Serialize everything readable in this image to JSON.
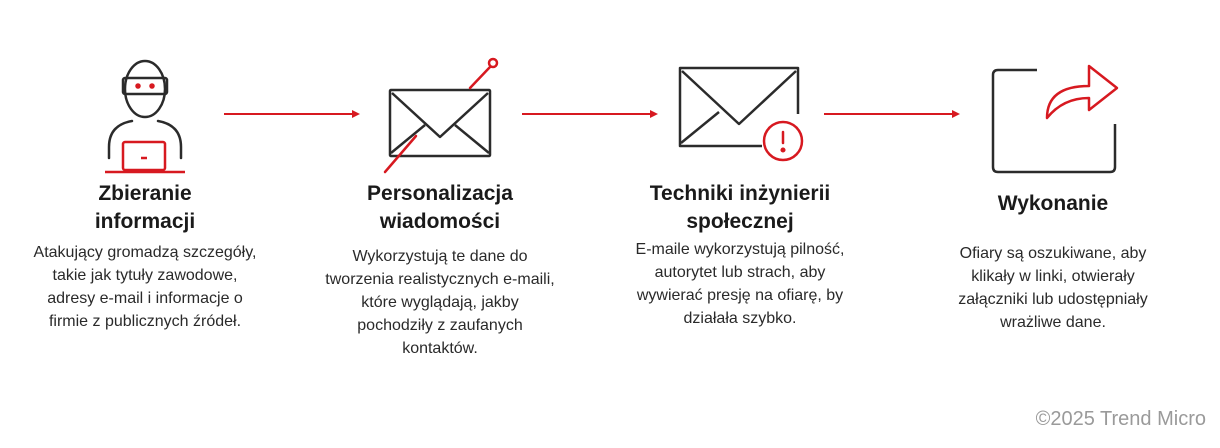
{
  "steps": [
    {
      "title_line1": "Zbieranie",
      "title_line2": "informacji",
      "description": [
        "Atakujący gromadzą szczegóły,",
        "takie jak tytuły zawodowe,",
        "adresy e-mail i informacje o",
        "firmie z publicznych źródeł."
      ]
    },
    {
      "title_line1": "Personalizacja",
      "title_line2": "wiadomości",
      "description": [
        "Wykorzystują te dane do",
        "tworzenia realistycznych e-maili,",
        "które wyglądają, jakby",
        "pochodziły z zaufanych",
        "kontaktów."
      ]
    },
    {
      "title_line1": "Techniki inżynierii",
      "title_line2": "społecznej",
      "description": [
        "E-maile wykorzystują pilność,",
        "autorytet lub strach, aby",
        "wywierać presję na ofiarę, by",
        "działała szybko."
      ]
    },
    {
      "title_line1": "Wykonanie",
      "title_line2": "",
      "description": [
        "Ofiary są oszukiwane, aby",
        "klikały w linki, otwierały",
        "załączniki lub udostępniały",
        "wrażliwe dane."
      ]
    }
  ],
  "copyright": "©2025 Trend Micro",
  "colors": {
    "accent": "#d71920",
    "dark": "#2b2b2b"
  },
  "icons": [
    "hacker-laptop-icon",
    "envelope-hook-icon",
    "envelope-alert-icon",
    "share-forward-icon"
  ]
}
